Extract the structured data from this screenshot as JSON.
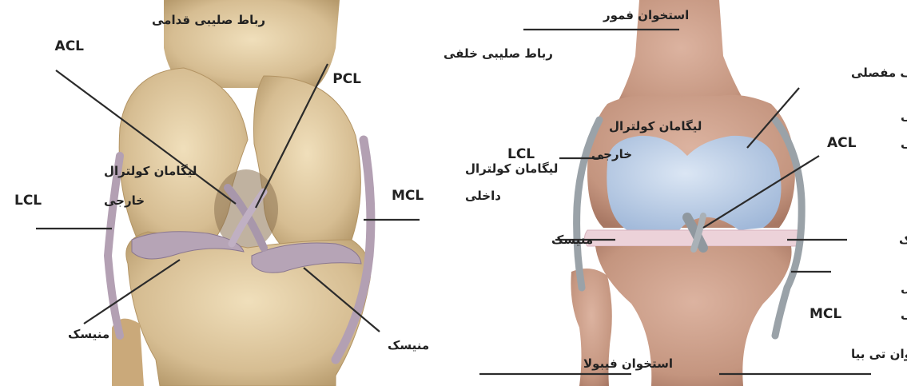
{
  "left_panel": {
    "labels": {
      "acl_fa": "رباط صلیبی قدامی",
      "acl": "ACL",
      "pcl_fa": "رباط صلیبی خلفی",
      "pcl": "PCL",
      "lcl_fa1": "لیگامان کولترال",
      "lcl_fa2": "خارجی",
      "lcl": "LCL",
      "mcl_fa1": "لیگامان کولترال",
      "mcl_fa2": "داخلی",
      "mcl": "MCL",
      "meniscus_left": "منیسک",
      "meniscus_right": "منیسک"
    }
  },
  "right_panel": {
    "labels": {
      "femur": "استخوان فمور",
      "cartilage": "غضروف مفصلی",
      "acl_fa1": "رباط صلیبی",
      "acl_fa2": "قدامی",
      "acl": "ACL",
      "lcl_fa1": "لیگامان کولترال",
      "lcl_fa2": "خارجی",
      "lcl": "LCL",
      "meniscus_left": "منیسک",
      "meniscus_right": "منیسک",
      "mcl_fa1": "لیگامان کولترال",
      "mcl_fa2": "داخلی",
      "mcl": "MCL",
      "fibula": "استخوان فیبولا",
      "tibia": "استخوان تی بیا"
    }
  },
  "colors": {
    "bone_left": "#dcc49a",
    "bone_right": "#c99a84",
    "cartilage": "#b9cde6",
    "ligament": "#b3a0b3",
    "meniscus": "#ecd2d9",
    "ligament_right": "#9aa2a8"
  }
}
